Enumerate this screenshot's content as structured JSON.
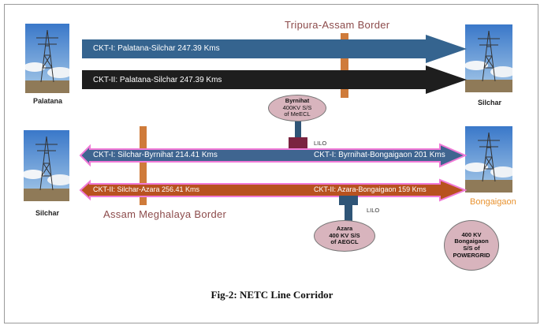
{
  "locations": {
    "palatana": "Palatana",
    "silchar_top": "Silchar",
    "silchar_left": "Silchar",
    "bongaigaon": "Bongaigaon"
  },
  "borders": {
    "tripura_assam": "Tripura-Assam Border",
    "assam_meghalaya": "Assam Meghalaya Border"
  },
  "lines": {
    "ckt1_palatana_silchar": "CKT-I: Palatana-Silchar 247.39 Kms",
    "ckt2_palatana_silchar": "CKT-II: Palatana-Silchar 247.39 Kms",
    "ckt1_silchar_byrnihat": "CKT-I: Silchar-Byrnihat 214.41 Kms",
    "ckt1_byrnihat_bongaigaon": "CKT-I: Byrnihat-Bongaigaon 201 Kms",
    "ckt2_silchar_azara": "CKT-II: Silchar-Azara 256.41 Kms",
    "ckt2_azara_bongaigaon": "CKT-II: Azara-Bongaigaon 159 Kms"
  },
  "substations": {
    "byrnihat": [
      "Byrnihat",
      "400KV S/S",
      "of MeECL"
    ],
    "azara": [
      "Azara",
      "400 KV S/S",
      "of AEGCL"
    ],
    "bongaigaon": [
      "400 KV",
      "Bongaigaon",
      "S/S of",
      "POWERGRID"
    ]
  },
  "lilo": {
    "upper": "LILO",
    "lower": "LILO"
  },
  "caption": "Fig-2:  NETC Line Corridor",
  "colors": {
    "blue_arrow": "#35648f",
    "black_arrow": "#1e1e1e",
    "blue_arrow_lower": "#3f6590",
    "orange_arrow": "#b8521f",
    "pink_outline": "#f07ad7",
    "border_bar": "#cf7b3a"
  }
}
